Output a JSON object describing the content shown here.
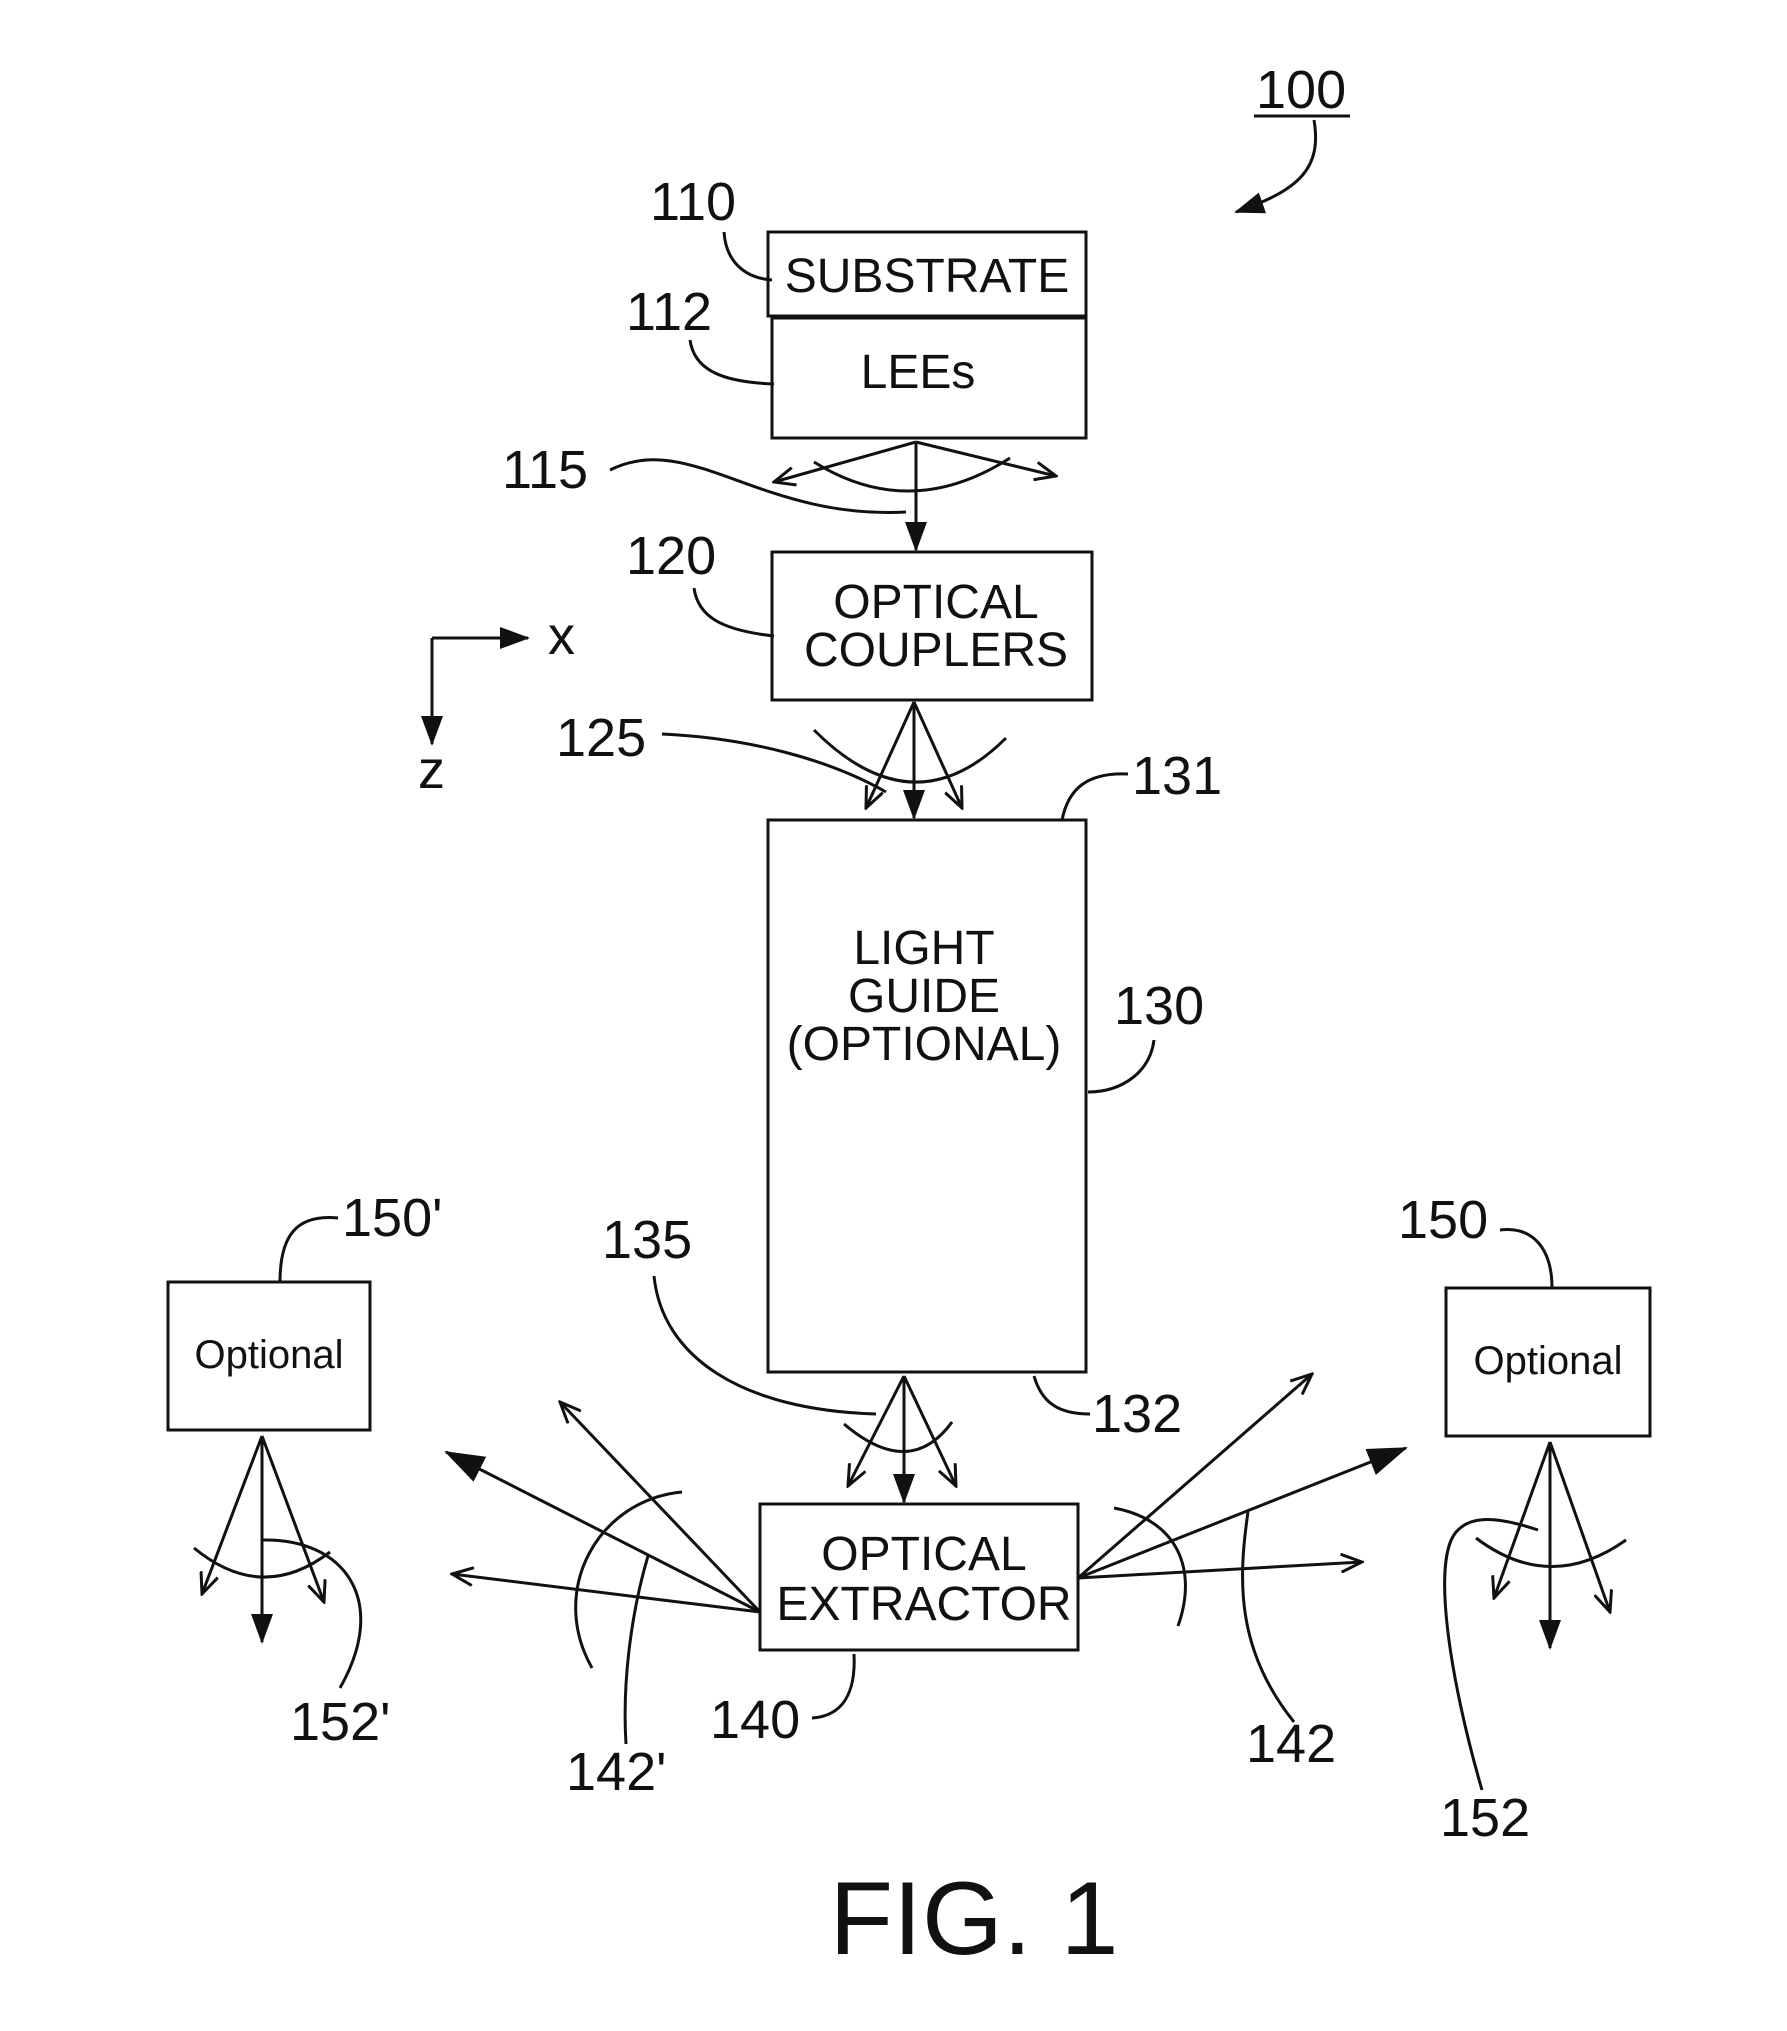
{
  "figure": {
    "title": "FIG. 1",
    "system_ref": "100",
    "axes": {
      "x": "x",
      "z": "z"
    },
    "blocks": {
      "substrate": {
        "ref": "110",
        "text": "SUBSTRATE"
      },
      "lees": {
        "ref": "112",
        "text": "LEEs"
      },
      "couplers": {
        "ref": "120",
        "line1": "OPTICAL",
        "line2": "COUPLERS"
      },
      "guide": {
        "ref": "130",
        "line1": "LIGHT",
        "line2": "GUIDE",
        "line3": "(OPTIONAL)"
      },
      "extractor": {
        "ref": "140",
        "line1": "OPTICAL",
        "line2": "EXTRACTOR"
      },
      "opt_right": {
        "ref": "150",
        "text": "Optional"
      },
      "opt_left": {
        "ref": "150'",
        "text": "Optional"
      }
    },
    "refs": {
      "r115": "115",
      "r125": "125",
      "r131": "131",
      "r132": "132",
      "r135": "135",
      "r142": "142",
      "r142p": "142'",
      "r152": "152",
      "r152p": "152'"
    }
  }
}
